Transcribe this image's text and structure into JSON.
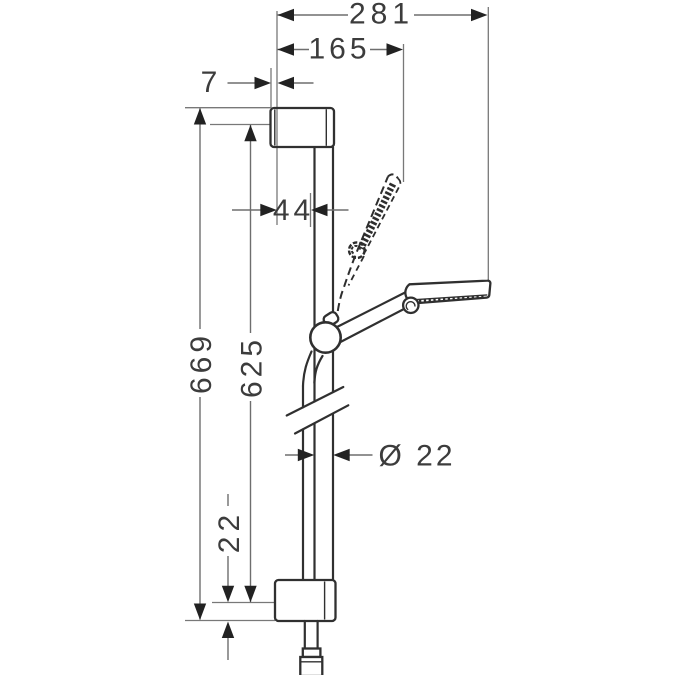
{
  "drawing": {
    "kind": "technical dimension drawing",
    "subject": "shower set: wall bar with brackets, slider holder, hand shower (solid and raised dashed position) and hose"
  },
  "dims": {
    "overall_width": "281",
    "handshower_reach": "165",
    "plate_offset": "7",
    "rail_offset": "44",
    "overall_height": "669",
    "bar_length": "625",
    "end_clearance": "22",
    "bar_diameter": "Ø 22"
  },
  "colors": {
    "background": "#ffffff",
    "object_line": "#303030",
    "dimension_line": "#6e6e6e",
    "arrow": "#222222",
    "text": "#3c3c3c"
  }
}
